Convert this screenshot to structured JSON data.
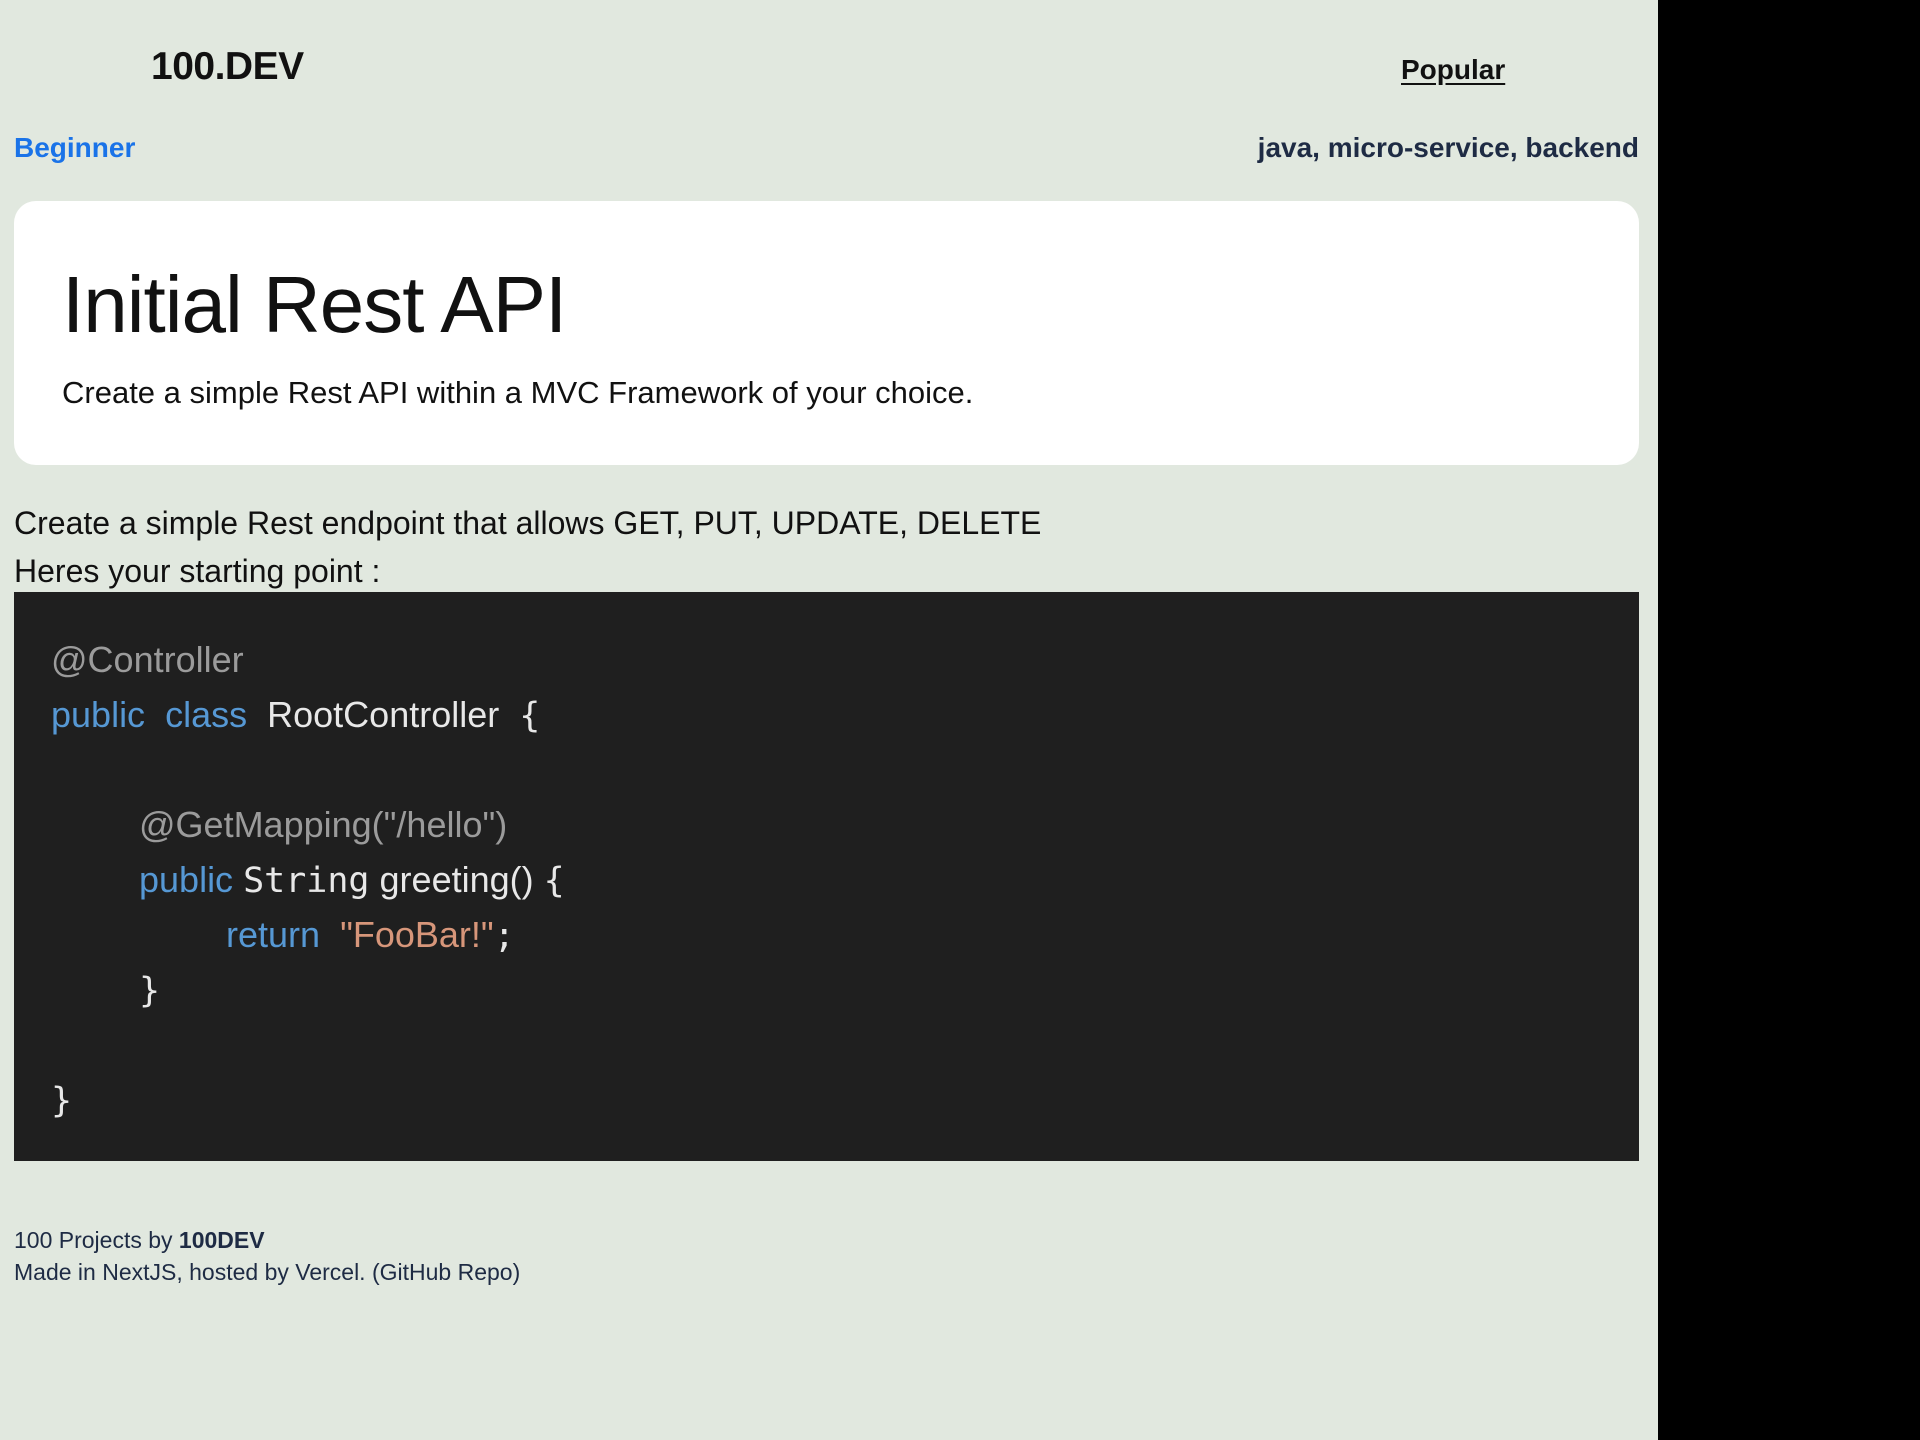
{
  "header": {
    "brand": "100.DEV",
    "nav_popular": "Popular"
  },
  "meta": {
    "level": "Beginner",
    "tags": "java, micro-service, backend"
  },
  "hero": {
    "title": "Initial Rest API",
    "subtitle": "Create a simple Rest API within a MVC Framework of your choice."
  },
  "description": {
    "line1": "Create a simple Rest endpoint that allows GET, PUT, UPDATE, DELETE",
    "line2": "Heres your starting point :"
  },
  "code": {
    "annotation_controller": "@Controller",
    "kw_public": "public",
    "kw_class": "class",
    "class_name": "RootController",
    "brace_open": "{",
    "annotation_getmapping": "@GetMapping(\"/hello\")",
    "kw_public_2": "public",
    "type_string": "String",
    "method_name": "greeting()",
    "brace_open_2": "{",
    "kw_return": "return",
    "string_literal": "\"FooBar!\"",
    "semicolon": ";",
    "brace_close_inner": "}",
    "brace_close_outer": "}"
  },
  "footer": {
    "line1_prefix": "100 Projects by ",
    "line1_brand": "100DEV",
    "line2_prefix": "Made in NextJS, hosted by Vercel. ",
    "github_link": "(GitHub Repo)"
  },
  "colors": {
    "page_background": "#e1e8df",
    "level_link": "#1a73e8",
    "code_background": "#1f1f1f",
    "code_keyword": "#5698d4",
    "code_string": "#d7967a",
    "code_annotation": "#9b9b9b"
  }
}
